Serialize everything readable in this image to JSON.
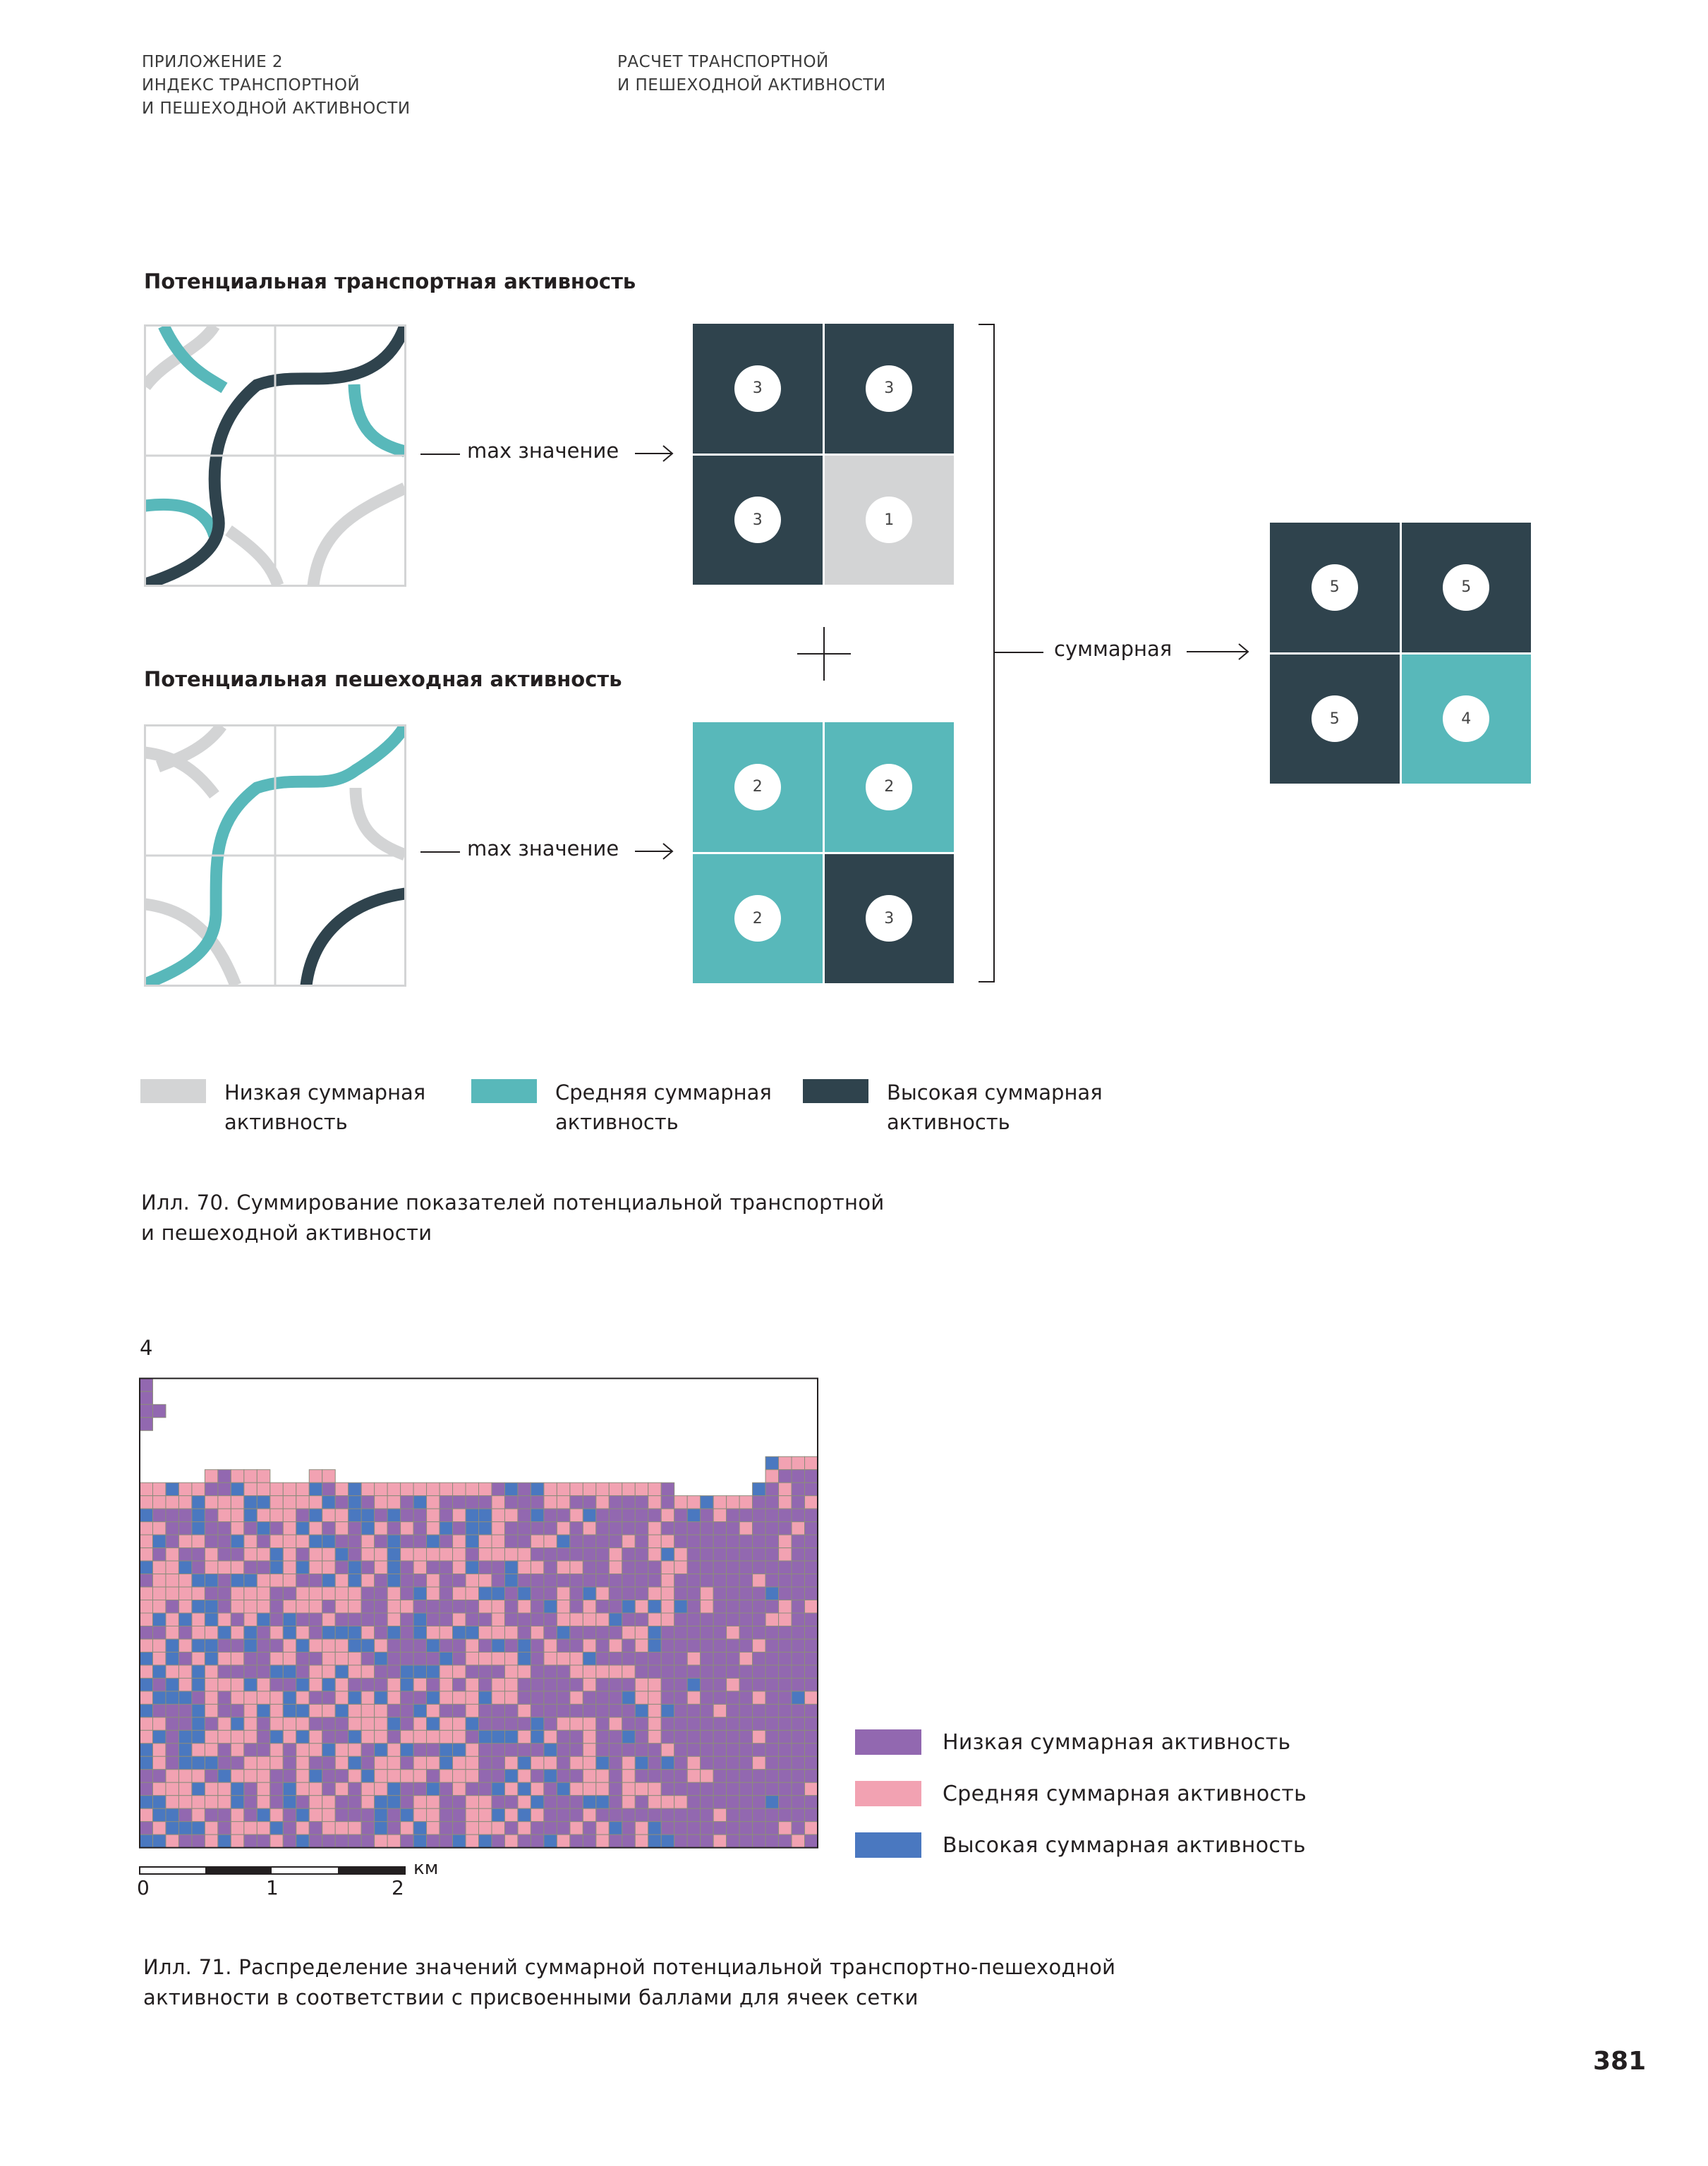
{
  "header": {
    "left": "ПРИЛОЖЕНИЕ 2\nИНДЕКС ТРАНСПОРТНОЙ\nИ ПЕШЕХОДНОЙ АКТИВНОСТИ",
    "right": "РАСЧЕТ ТРАНСПОРТНОЙ\nИ ПЕШЕХОДНОЙ АКТИВНОСТИ"
  },
  "colors": {
    "low": "#d3d4d5",
    "medium": "#58b8ba",
    "high": "#2f434d",
    "map_low": "#9268b0",
    "map_medium": "#f2a2b2",
    "map_high": "#4a78c0"
  },
  "fig70": {
    "transport_title": "Потенциальная транспортная активность",
    "pedestrian_title": "Потенциальная пешеходная активность",
    "max_label": "max значение",
    "sum_label": "суммарная",
    "transport_cells": [
      {
        "value": "3",
        "level": "high"
      },
      {
        "value": "3",
        "level": "high"
      },
      {
        "value": "3",
        "level": "high"
      },
      {
        "value": "1",
        "level": "low"
      }
    ],
    "pedestrian_cells": [
      {
        "value": "2",
        "level": "medium"
      },
      {
        "value": "2",
        "level": "medium"
      },
      {
        "value": "2",
        "level": "medium"
      },
      {
        "value": "3",
        "level": "high"
      }
    ],
    "sum_cells": [
      {
        "value": "5",
        "level": "high"
      },
      {
        "value": "5",
        "level": "high"
      },
      {
        "value": "5",
        "level": "high"
      },
      {
        "value": "4",
        "level": "medium"
      }
    ],
    "legend": [
      {
        "label": "Низкая суммарная\nактивность",
        "level": "low"
      },
      {
        "label": "Средняя суммарная\nактивность",
        "level": "medium"
      },
      {
        "label": "Высокая суммарная\nактивность",
        "level": "high"
      }
    ],
    "caption": "Илл. 70. Суммирование показателей потенциальной транспортной\nи пешеходной активности"
  },
  "fig71": {
    "figure_number": "4",
    "scale": {
      "labels": [
        "0",
        "1",
        "2"
      ],
      "unit": "км"
    },
    "legend": [
      {
        "label": "Низкая суммарная активность",
        "level": "map_low"
      },
      {
        "label": "Средняя суммарная активность",
        "level": "map_medium"
      },
      {
        "label": "Высокая суммарная активность",
        "level": "map_high"
      }
    ],
    "caption": "Илл. 71. Распределение значений суммарной потенциальной транспортно-пешеходной\nактивности в соответствии с присвоенными баллами для ячеек сетки"
  },
  "page_number": "381"
}
